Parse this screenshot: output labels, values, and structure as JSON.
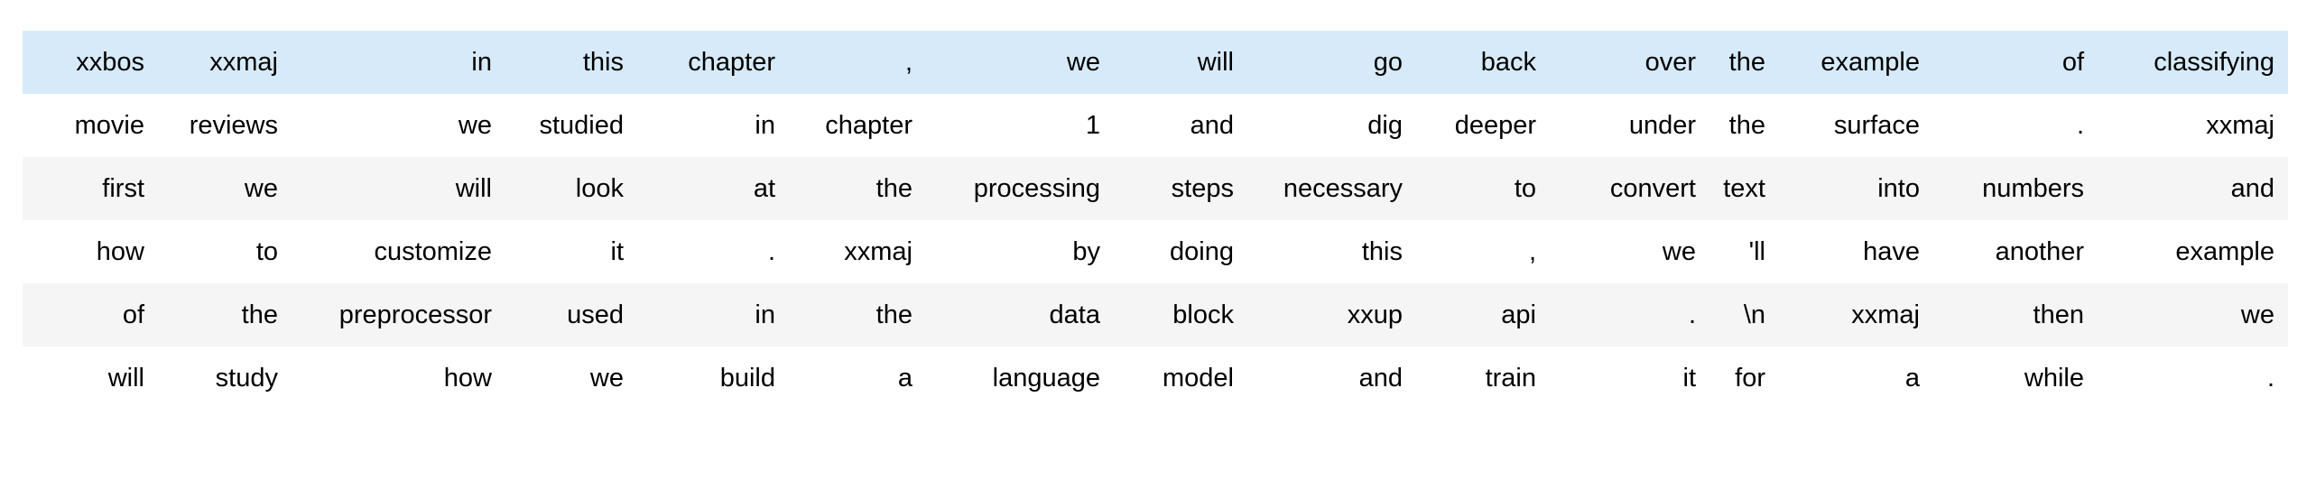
{
  "table": {
    "description": "tokenized-text-output",
    "header_row_background": "#d7eaf9",
    "stripe_row_background": "#f5f5f5",
    "text_color": "#000000",
    "rows": [
      [
        "xxbos",
        "xxmaj",
        "in",
        "this",
        "chapter",
        ",",
        "we",
        "will",
        "go",
        "back",
        "over",
        "the",
        "example",
        "of",
        "classifying"
      ],
      [
        "movie",
        "reviews",
        "we",
        "studied",
        "in",
        "chapter",
        "1",
        "and",
        "dig",
        "deeper",
        "under",
        "the",
        "surface",
        ".",
        "xxmaj"
      ],
      [
        "first",
        "we",
        "will",
        "look",
        "at",
        "the",
        "processing",
        "steps",
        "necessary",
        "to",
        "convert",
        "text",
        "into",
        "numbers",
        "and"
      ],
      [
        "how",
        "to",
        "customize",
        "it",
        ".",
        "xxmaj",
        "by",
        "doing",
        "this",
        ",",
        "we",
        "'ll",
        "have",
        "another",
        "example"
      ],
      [
        "of",
        "the",
        "preprocessor",
        "used",
        "in",
        "the",
        "data",
        "block",
        "xxup",
        "api",
        ".",
        "\\n",
        "xxmaj",
        "then",
        "we"
      ],
      [
        "will",
        "study",
        "how",
        "we",
        "build",
        "a",
        "language",
        "model",
        "and",
        "train",
        "it",
        "for",
        "a",
        "while",
        "."
      ]
    ]
  }
}
